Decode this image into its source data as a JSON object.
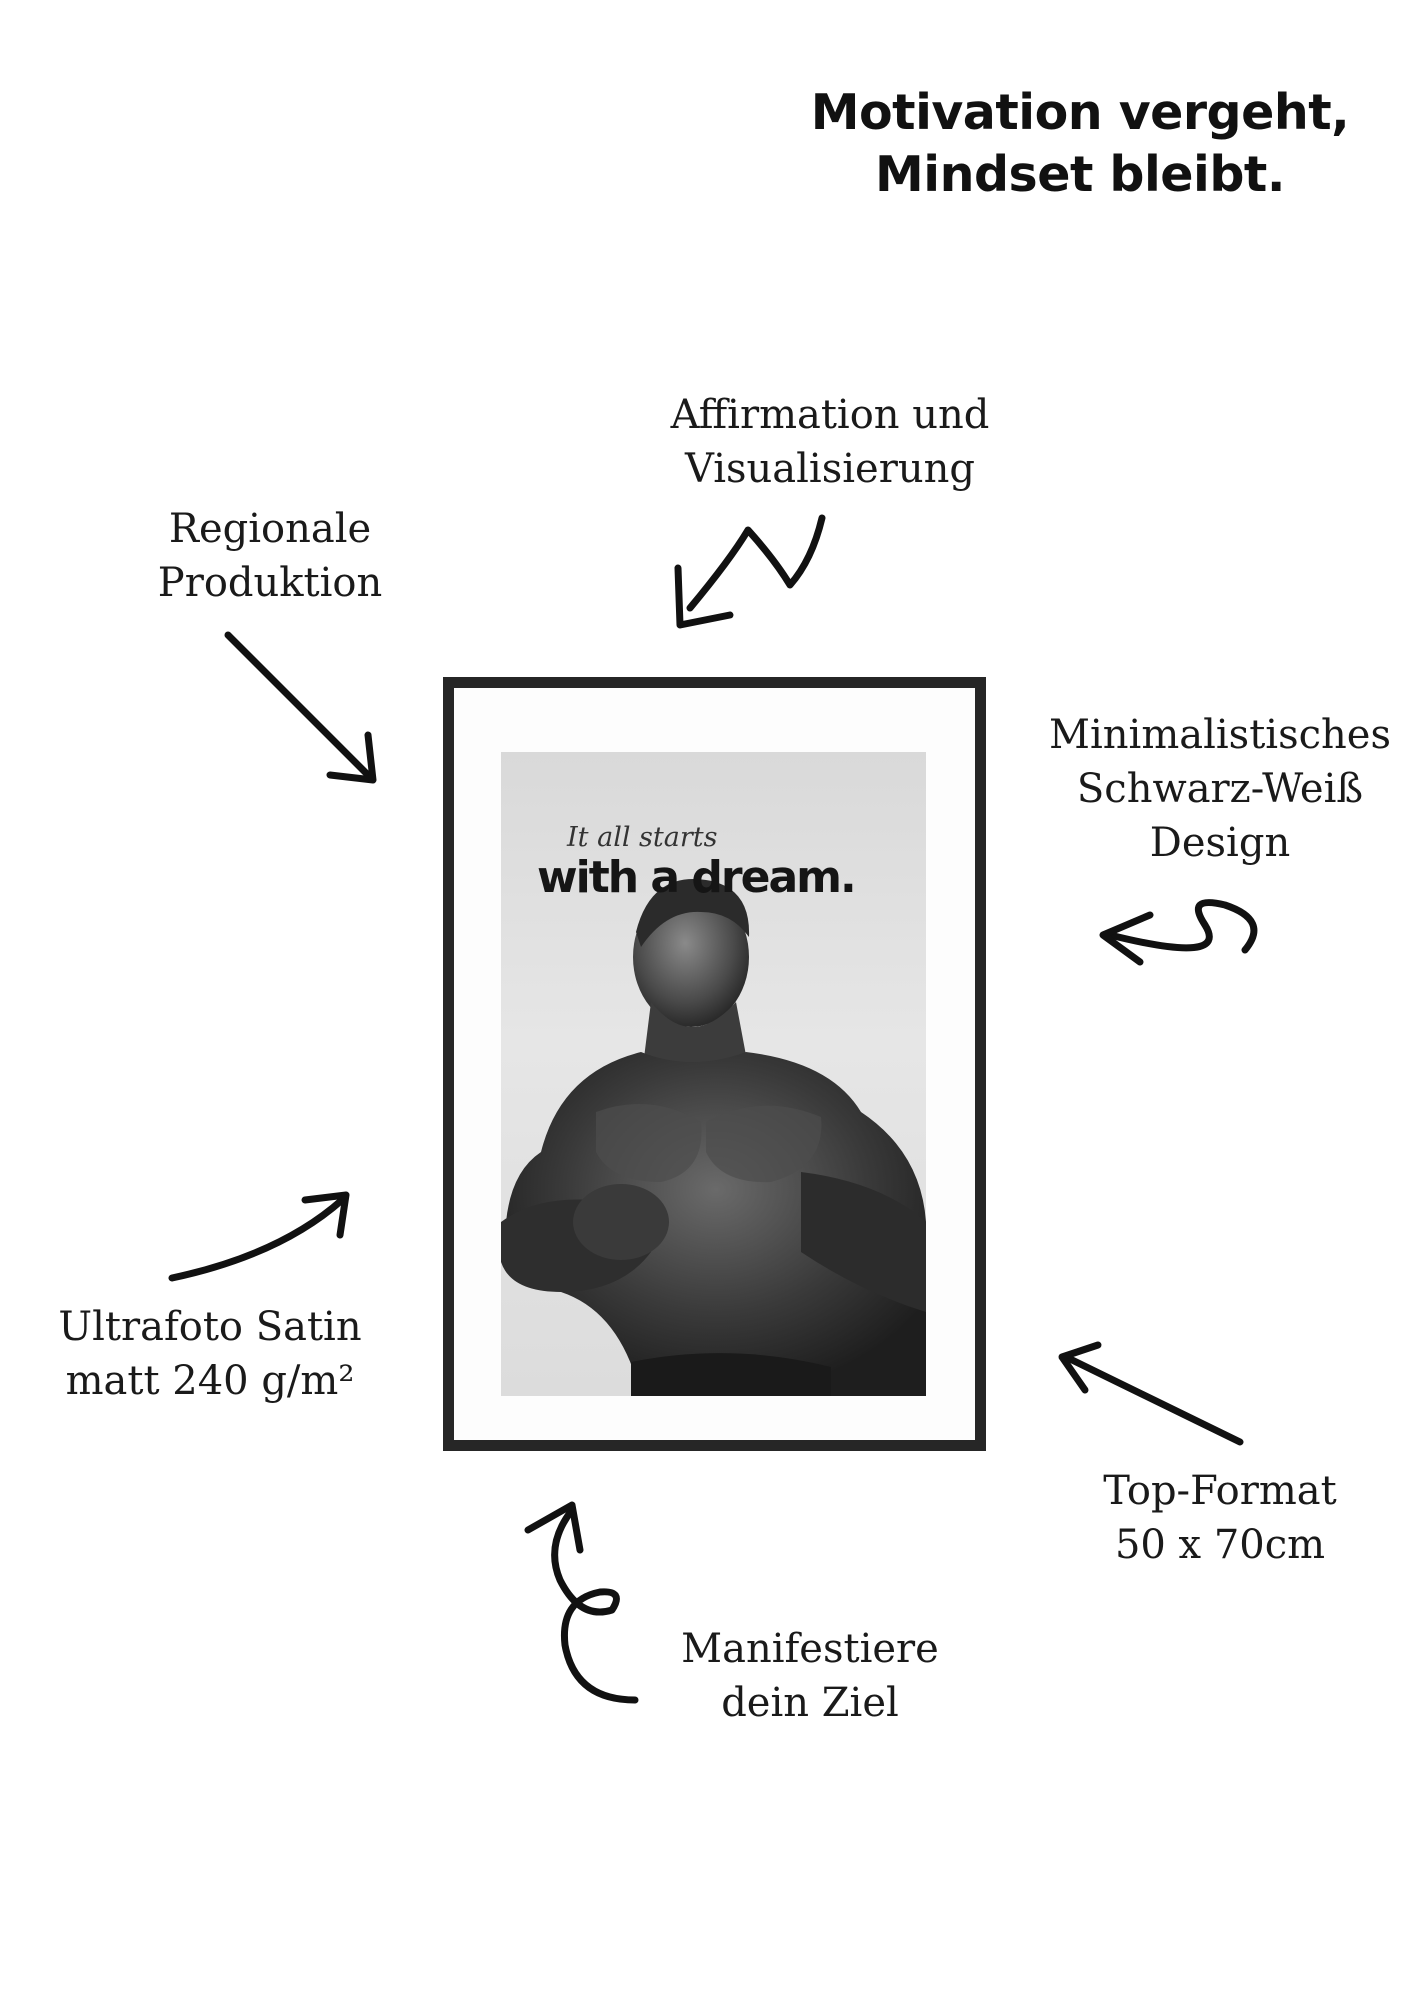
{
  "headline": {
    "line1": "Motivation vergeht,",
    "line2": "Mindset bleibt."
  },
  "features": {
    "affirmation": {
      "line1": "Affirmation und",
      "line2": "Visualisierung"
    },
    "regional": {
      "line1": "Regionale",
      "line2": "Produktion"
    },
    "minimal": {
      "line1": "Minimalistisches",
      "line2": "Schwarz-Weiß",
      "line3": "Design"
    },
    "paper": {
      "line1": "Ultrafoto Satin",
      "line2": "matt 240 g/m²"
    },
    "format": {
      "line1": "Top-Format",
      "line2": "50 x 70cm"
    },
    "manifest": {
      "line1": "Manifestiere",
      "line2": "dein Ziel"
    }
  },
  "poster": {
    "subtitle": "It all starts",
    "title": "with a dream."
  },
  "colors": {
    "frame": "#262626",
    "text": "#111111",
    "background": "#ffffff"
  },
  "icons": [
    "curly-arrow-icon",
    "arrow-icon",
    "hook-arrow-icon",
    "curved-arrow-icon",
    "loop-arrow-icon"
  ]
}
